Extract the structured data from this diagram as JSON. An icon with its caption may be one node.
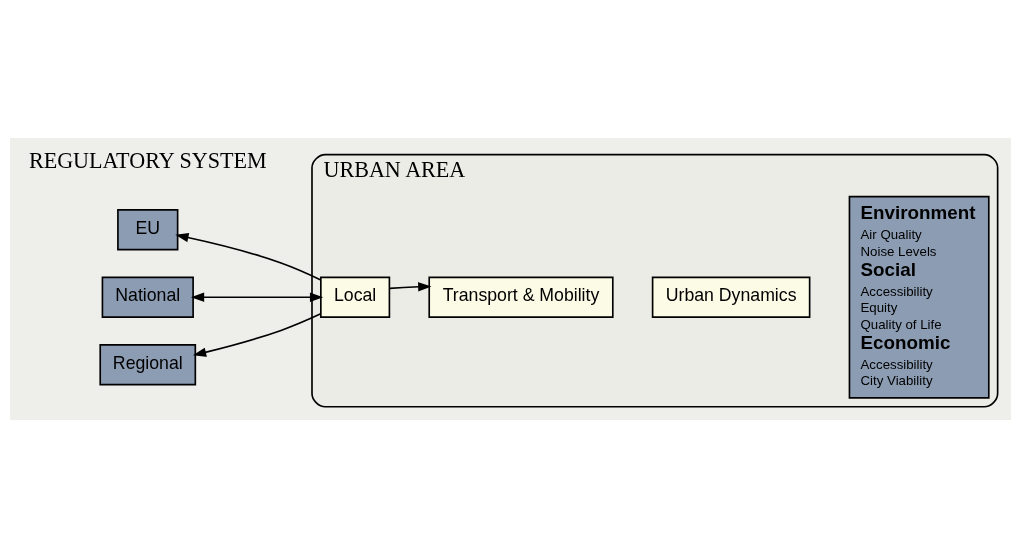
{
  "diagram": {
    "nodes": [
      {
        "text": [
          "EU"
        ]
      },
      {
        "text": [
          "National"
        ]
      },
      {
        "text": [
          "Regional"
        ]
      },
      {
        "text": [
          "URBAN AREA"
        ]
      },
      {
        "text": [
          "Local"
        ],
        "in": 3
      },
      {
        "text": [
          "Transport & Mobility"
        ],
        "in": 3
      },
      {
        "text": [
          "Urban Dynamics"
        ],
        "in": 3
      },
      {
        "text": [
          "Environment",
          "Air Quality",
          "Noise Levels",
          "Social",
          "Accessibility",
          "Equity",
          "Quality of Life",
          "Economic",
          "Accessibility",
          "City Viability"
        ],
        "in": 3
      }
    ],
    "edges": [
      {
        "from": 4,
        "to": 0,
        "arrow": "to"
      },
      {
        "from": 4,
        "to": 1,
        "arrow": "both"
      },
      {
        "from": 4,
        "to": 2,
        "arrow": "to"
      },
      {
        "from": 4,
        "to": 5,
        "arrow": "to"
      }
    ],
    "labels": [
      "REGULATORY SYSTEM"
    ]
  }
}
